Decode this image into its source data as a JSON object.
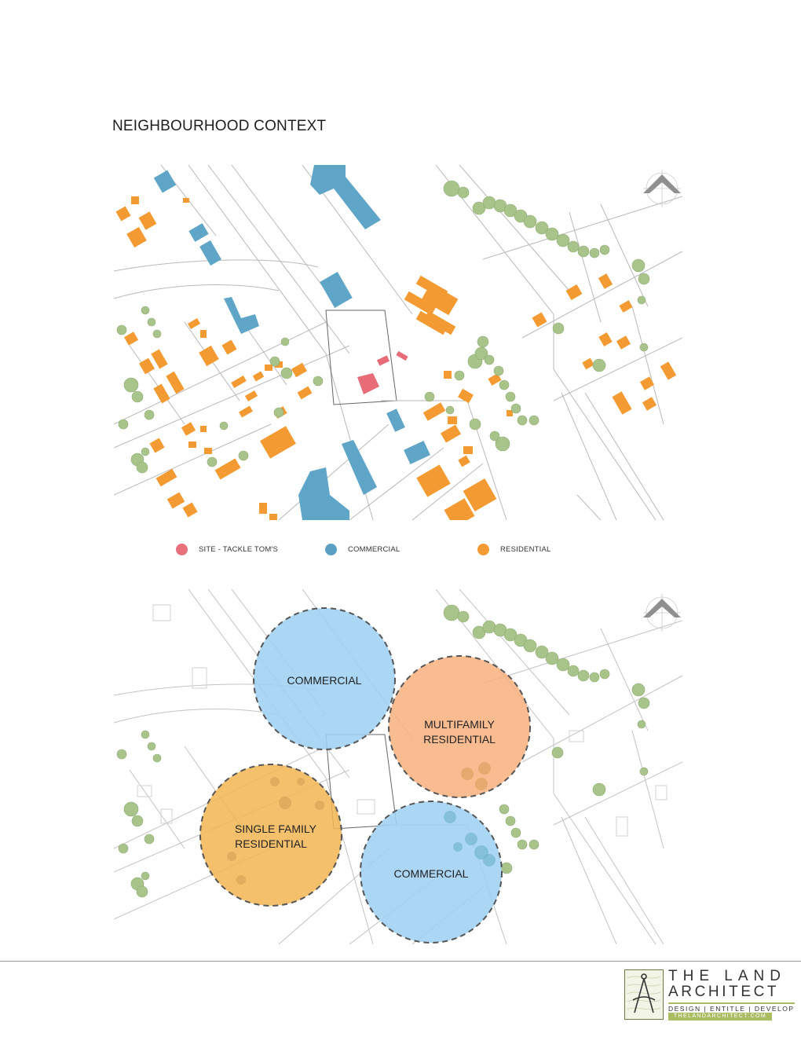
{
  "document": {
    "title": "NEIGHBOURHOOD CONTEXT"
  },
  "legend": [
    {
      "label": "SITE - TACKLE TOM'S",
      "color": "#e8707a"
    },
    {
      "label": "COMMERCIAL",
      "color": "#5aa0c2"
    },
    {
      "label": "RESIDENTIAL",
      "color": "#f39b32"
    }
  ],
  "zones": [
    {
      "label": [
        "COMMERCIAL"
      ],
      "type": "commercial",
      "color": "#9fd0f2"
    },
    {
      "label": [
        "MULTIFAMILY",
        "RESIDENTIAL"
      ],
      "type": "multifamily-residential",
      "color": "#f8b07e"
    },
    {
      "label": [
        "SINGLE FAMILY",
        "RESIDENTIAL"
      ],
      "type": "single-family-residential",
      "color": "#f2b552"
    },
    {
      "label": [
        "COMMERCIAL"
      ],
      "type": "commercial",
      "color": "#9fd0f2"
    }
  ],
  "icons": {
    "north_arrow": "north-arrow-icon",
    "logo_mark": "compass-logo-icon"
  },
  "colors": {
    "building_residential": "#f39b32",
    "building_commercial": "#5ea5c8",
    "building_site": "#e86b78",
    "tree": "#a8c48a",
    "street_line": "#b5b5b5"
  },
  "logo": {
    "name_line1": "THE LAND",
    "name_line2": "ARCHITECT",
    "tagline": "DESIGN | ENTITLE | DEVELOP",
    "url": "THELANDARCHITECT.COM"
  }
}
